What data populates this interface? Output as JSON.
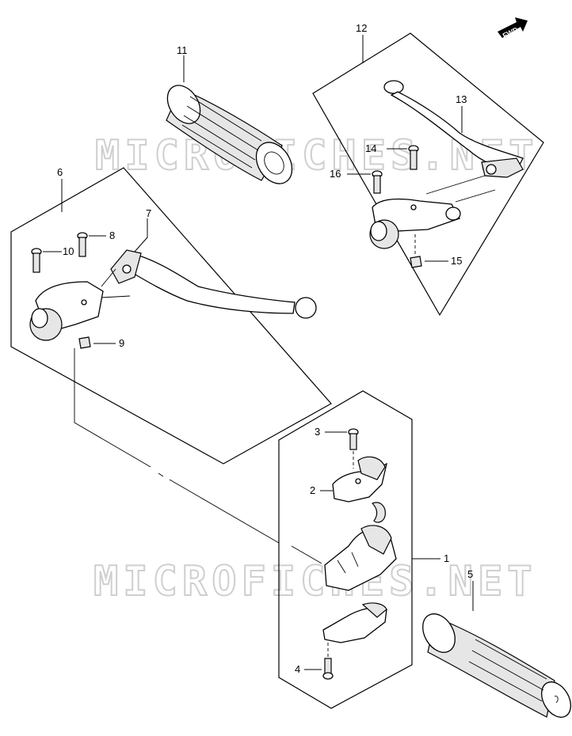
{
  "watermark": {
    "top": "MICROFICHES.NET",
    "bottom": "MICROFICHES.NET"
  },
  "direction_badge": {
    "label": "FWD"
  },
  "callouts": {
    "c1": "1",
    "c2": "2",
    "c3": "3",
    "c4": "4",
    "c5": "5",
    "c6": "6",
    "c7": "7",
    "c8": "8",
    "c9": "9",
    "c10": "10",
    "c11": "11",
    "c12": "12",
    "c13": "13",
    "c14": "14",
    "c15": "15",
    "c16": "16"
  }
}
